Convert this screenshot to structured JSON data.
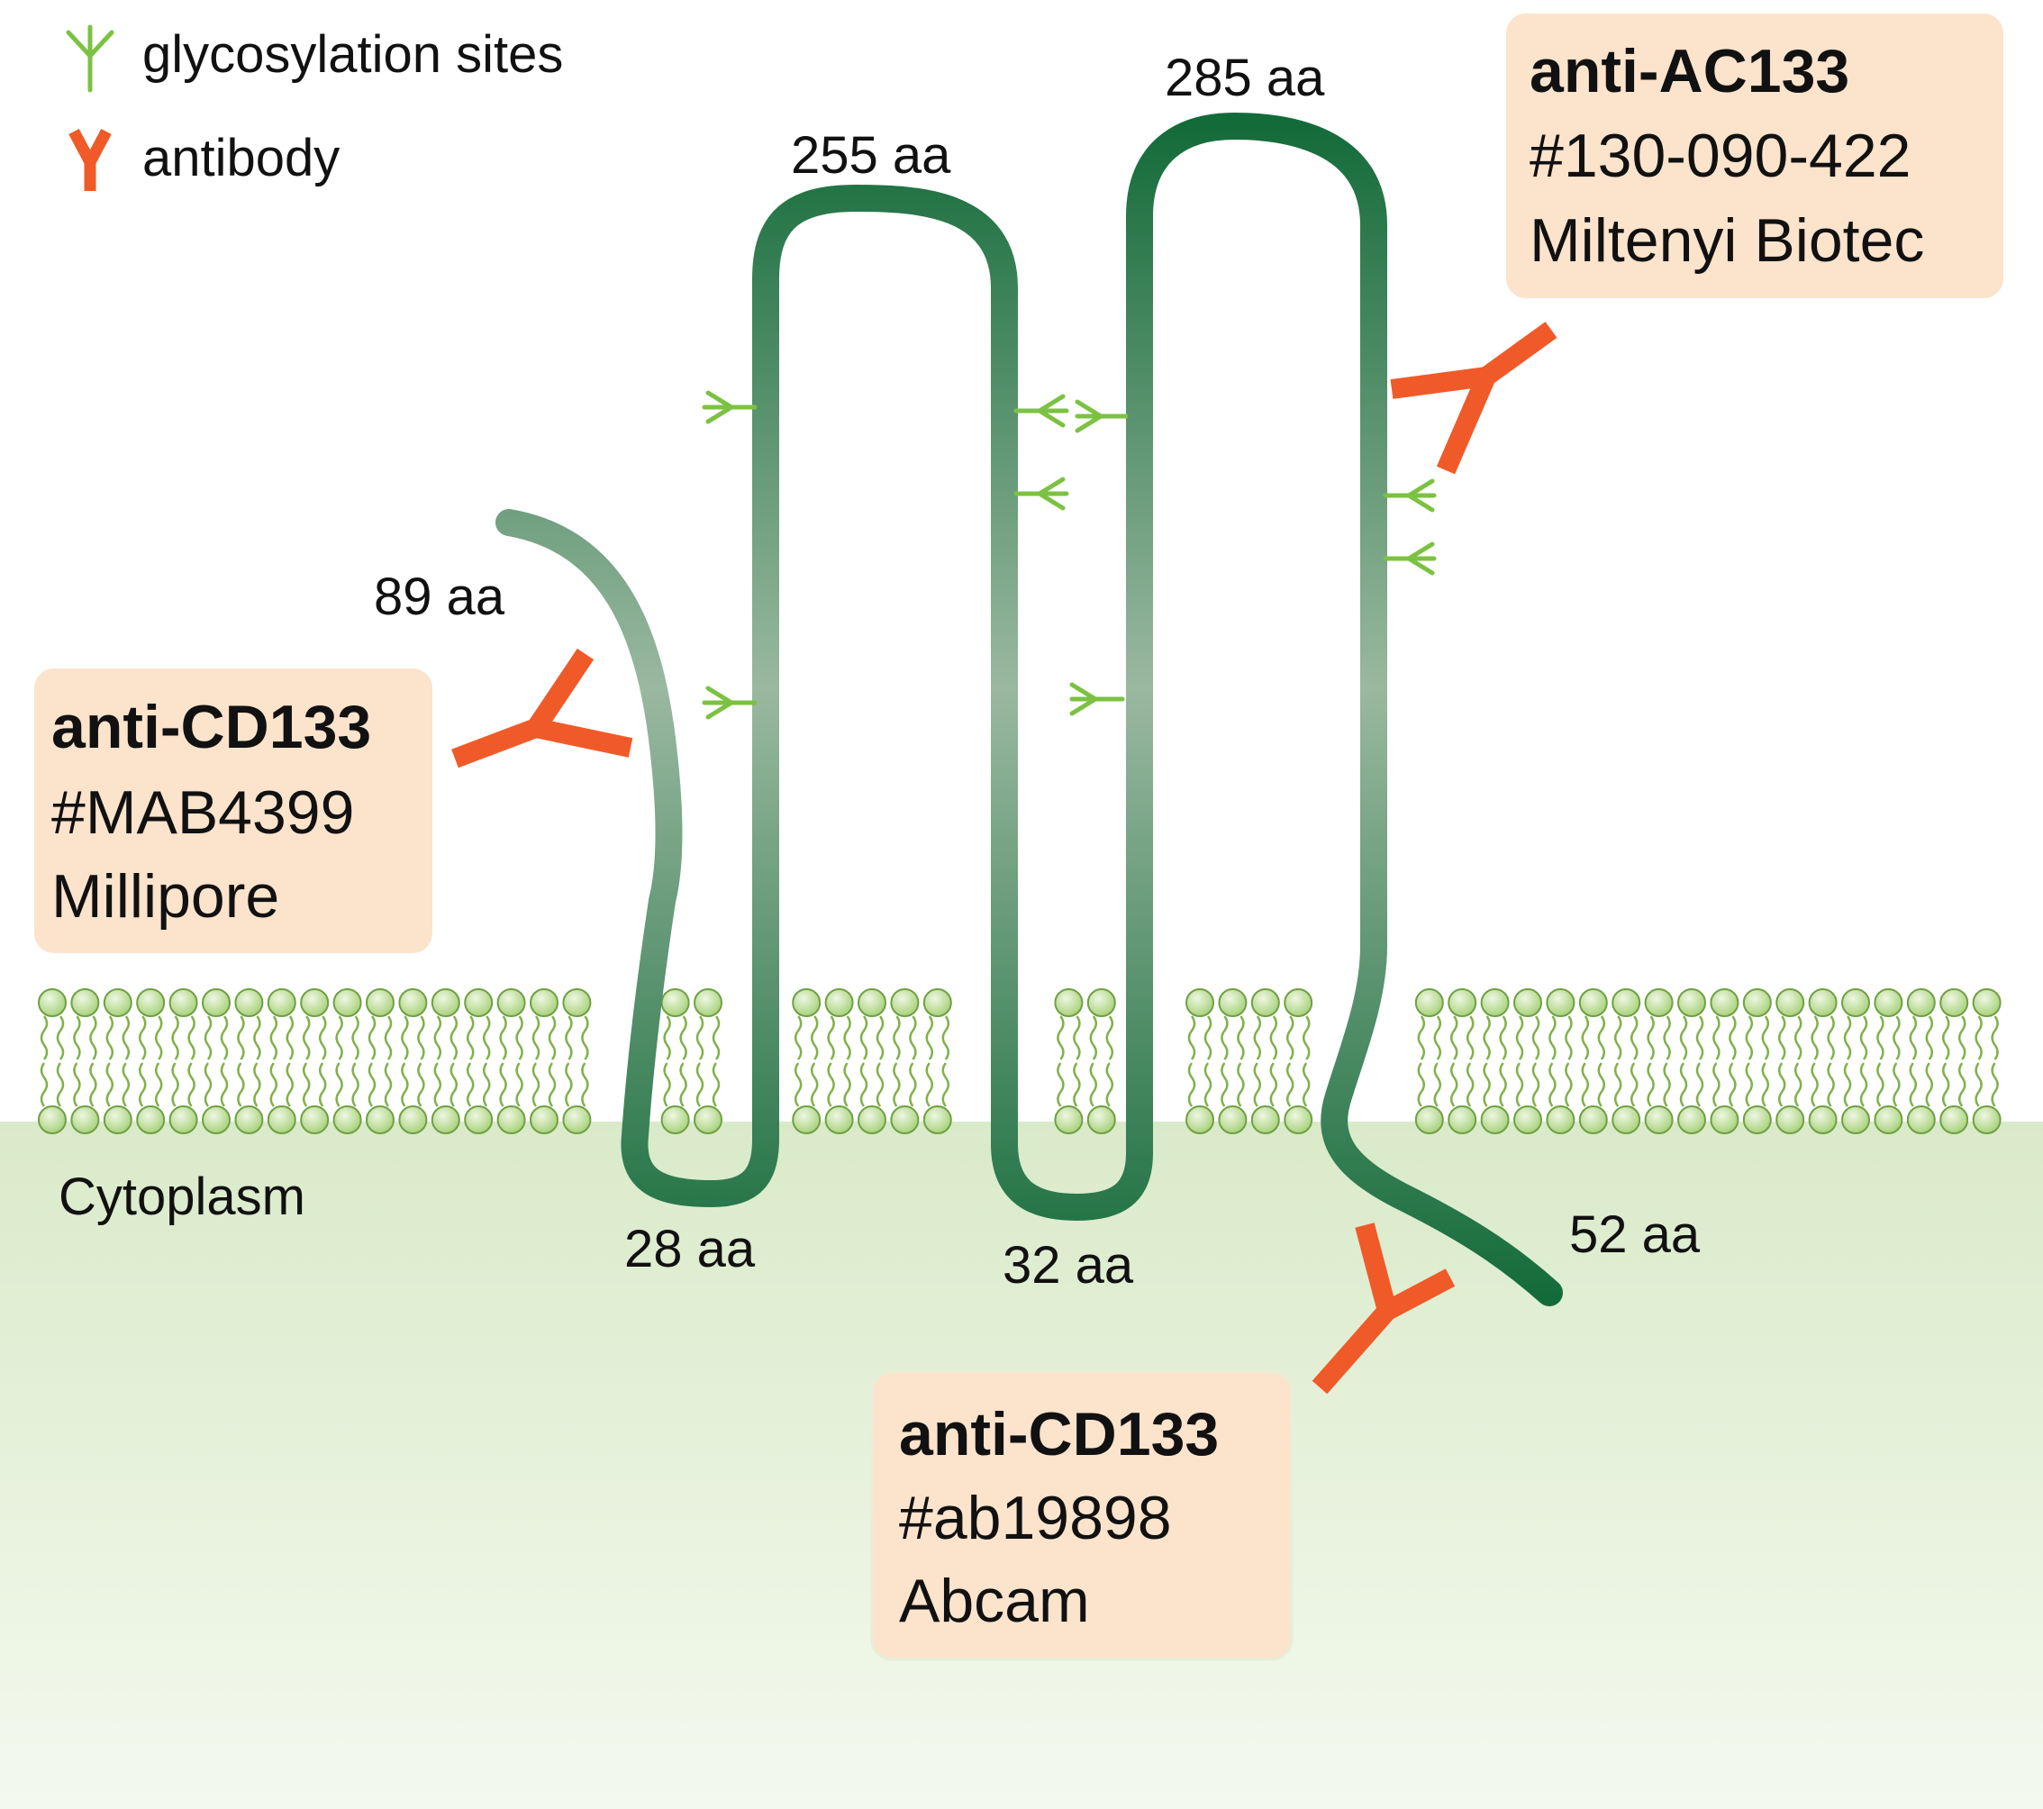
{
  "legend": {
    "glycosylation_label": "glycosylation sites",
    "antibody_label": "antibody",
    "glyco_icon": "glycosylation-icon",
    "antibody_icon": "antibody-icon"
  },
  "colors": {
    "protein_dark": "#146b3a",
    "protein_light": "#9ab8a0",
    "glyco": "#7cc242",
    "antibody": "#f05a28",
    "box_fill": "#fce3cc",
    "cytoplasm_top": "#d9eac9",
    "cytoplasm_bottom": "#f2f8ec",
    "lipid_head": "#c8e4a8",
    "lipid_stroke": "#7fb24a"
  },
  "segments": {
    "n_term": "89 aa",
    "loop1": "255 aa",
    "loop2": "285 aa",
    "intra1": "28 aa",
    "intra2": "32 aa",
    "c_term": "52 aa"
  },
  "region_label": "Cytoplasm",
  "boxes": {
    "left": {
      "title": "anti-CD133",
      "catalog": "#MAB4399",
      "vendor": "Millipore"
    },
    "right": {
      "title": "anti-AC133",
      "catalog": "#130-090-422",
      "vendor": "Miltenyi Biotec"
    },
    "bottom": {
      "title": "anti-CD133",
      "catalog": "#ab19898",
      "vendor": "Abcam"
    }
  }
}
